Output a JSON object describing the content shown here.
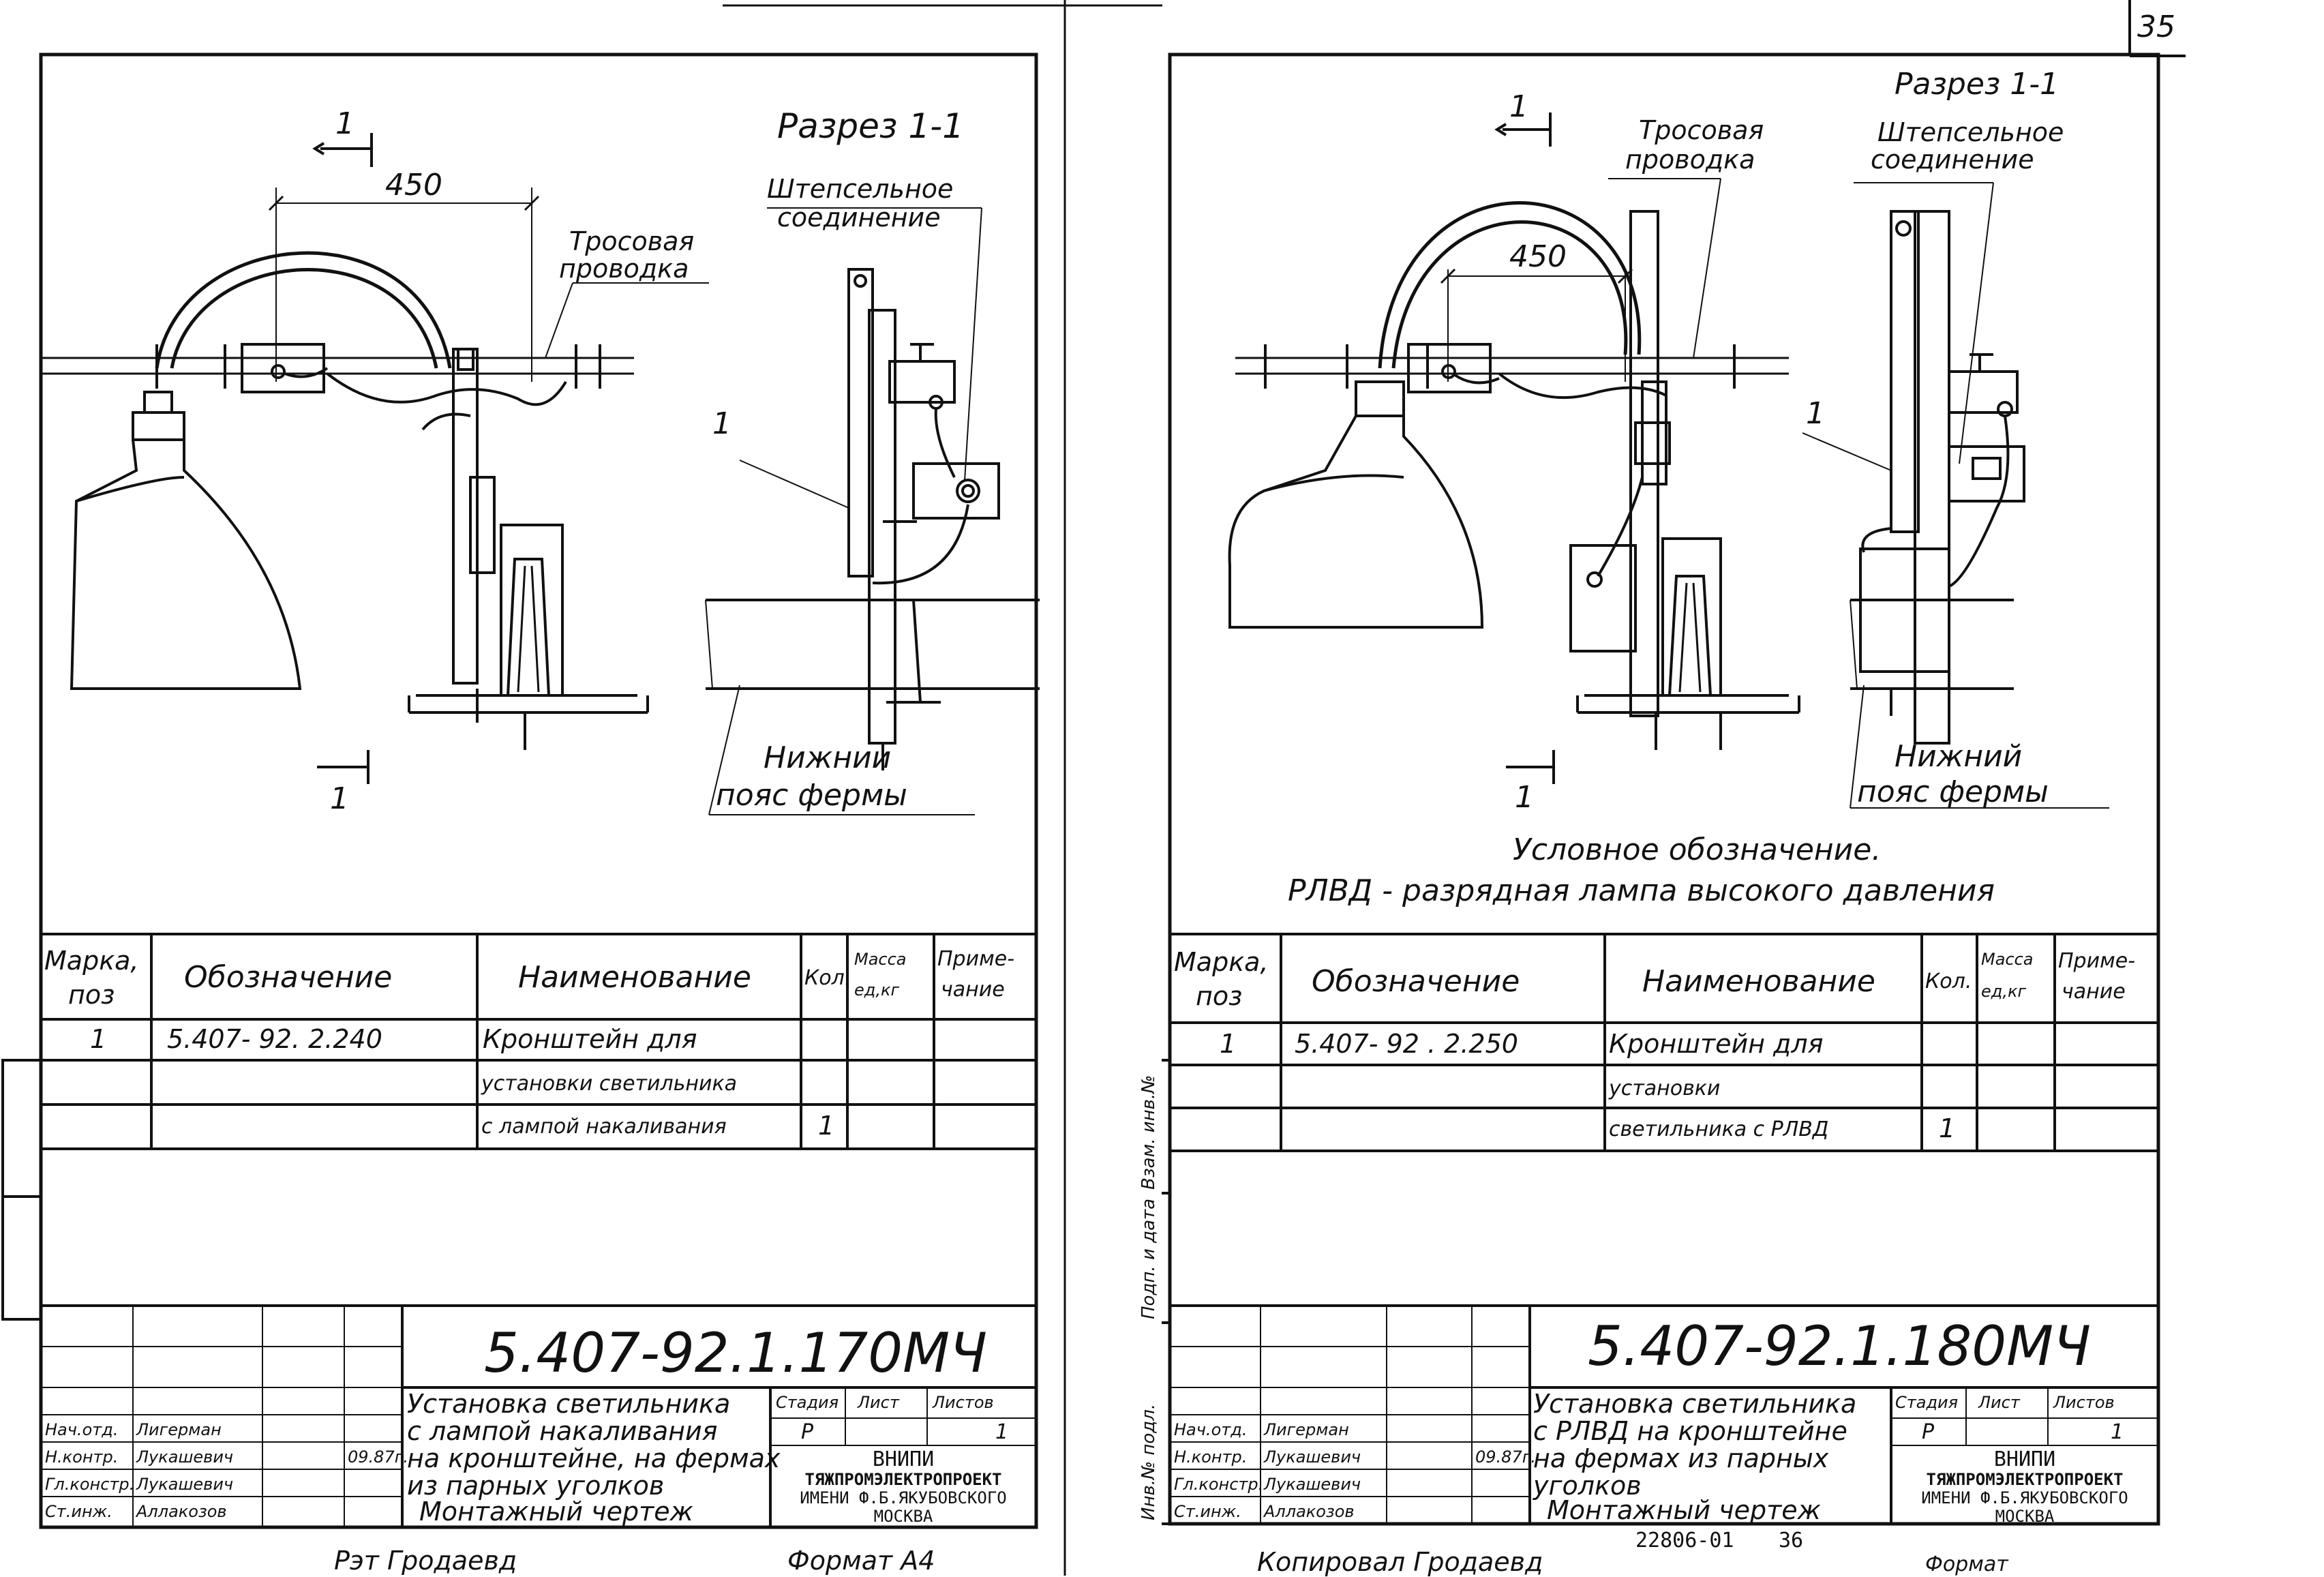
{
  "page_number": "35",
  "left_sheet": {
    "section_mark": "1",
    "section_title": "Разрез 1-1",
    "callout_plug": [
      "Штепсельное",
      "соединение"
    ],
    "callout_cable": [
      "Тросовая",
      "проводка"
    ],
    "callout_truss": [
      "Нижнии",
      "пояс фермы"
    ],
    "dimension": "450",
    "position_marker": "1",
    "table": {
      "headers": {
        "mark": [
          "Марка,",
          "поз"
        ],
        "designation": "Обозначение",
        "name": "Наименование",
        "qty": "Кол.",
        "mass": [
          "Масса",
          "ед,кг"
        ],
        "note": [
          "Приме-",
          "чание"
        ]
      },
      "rows": [
        {
          "mark": "1",
          "designation": "5.407- 92. 2.240",
          "name": "Кронштейн для",
          "qty": ""
        },
        {
          "mark": "",
          "designation": "",
          "name": "установки светильника",
          "qty": ""
        },
        {
          "mark": "",
          "designation": "",
          "name": "с лампой накаливания",
          "qty": "1"
        }
      ]
    },
    "doc_code": "5.407-92.1.170МЧ",
    "title": [
      "Установка светильника",
      "с лампой накаливания",
      "на кронштейне, на фермах",
      "из парных уголков",
      "Монтажный чертеж"
    ],
    "people": [
      {
        "role": "Нач.отд.",
        "name": "Лигерман"
      },
      {
        "role": "Н.контр.",
        "name": "Лукашевич"
      },
      {
        "role": "Гл.констр.",
        "name": "Лукашевич"
      },
      {
        "role": "Ст.инж.",
        "name": "Аллакозов"
      }
    ],
    "date": "09.87г.",
    "stage_headers": [
      "Стадия",
      "Лист",
      "Листов"
    ],
    "stage_values": [
      "Р",
      "",
      "1"
    ],
    "org": [
      "ВНИПИ",
      "ТЯЖПРОМЭЛЕКТРОПРОЕКТ",
      "ИМЕНИ Ф.Б.ЯКУБОВСКОГО",
      "МОСКВА"
    ],
    "footer_copied": "Рэт Гродаевд",
    "footer_format": "Формат А4"
  },
  "right_sheet": {
    "section_mark": "1",
    "section_title": "Разрез 1-1",
    "callout_plug": [
      "Штепсельное",
      "соединение"
    ],
    "callout_cable": [
      "Тросовая",
      "проводка"
    ],
    "callout_truss": [
      "Нижний",
      "пояс фермы"
    ],
    "dimension": "450",
    "position_marker": "1",
    "legend_title": "Условное обозначение.",
    "legend_text": "РЛВД - разрядная лампа высокого давления",
    "table": {
      "headers": {
        "mark": [
          "Марка,",
          "поз"
        ],
        "designation": "Обозначение",
        "name": "Наименование",
        "qty": "Кол.",
        "mass": [
          "Масса",
          "ед,кг"
        ],
        "note": [
          "Приме-",
          "чание"
        ]
      },
      "rows": [
        {
          "mark": "1",
          "designation": "5.407- 92 . 2.250",
          "name": "Кронштейн для",
          "qty": ""
        },
        {
          "mark": "",
          "designation": "",
          "name": "установки",
          "qty": ""
        },
        {
          "mark": "",
          "designation": "",
          "name": "светильника с РЛВД",
          "qty": "1"
        }
      ]
    },
    "side_stamp": [
      "Инв.№ подл.",
      "Подп. и дата",
      "Взам. инв.№"
    ],
    "doc_code": "5.407-92.1.180МЧ",
    "title": [
      "Установка светильника",
      "с РЛВД на кронштейне",
      "на фермах из парных",
      "уголков",
      "Монтажный чертеж"
    ],
    "people": [
      {
        "role": "Нач.отд.",
        "name": "Лигерман"
      },
      {
        "role": "Н.контр.",
        "name": "Лукашевич"
      },
      {
        "role": "Гл.констр.",
        "name": "Лукашевич"
      },
      {
        "role": "Ст.инж.",
        "name": "Аллакозов"
      }
    ],
    "date": "09.87г.",
    "stage_headers": [
      "Стадия",
      "Лист",
      "Листов"
    ],
    "stage_values": [
      "Р",
      "",
      "1"
    ],
    "org": [
      "ВНИПИ",
      "ТЯЖПРОМЭЛЕКТРОПРОЕКТ",
      "ИМЕНИ Ф.Б.ЯКУБОВСКОГО",
      "МОСКВА"
    ],
    "archive_number": "22806-01",
    "archive_page": "36",
    "footer_copied": "Копировал Гродаевд",
    "footer_format": "Формат"
  }
}
